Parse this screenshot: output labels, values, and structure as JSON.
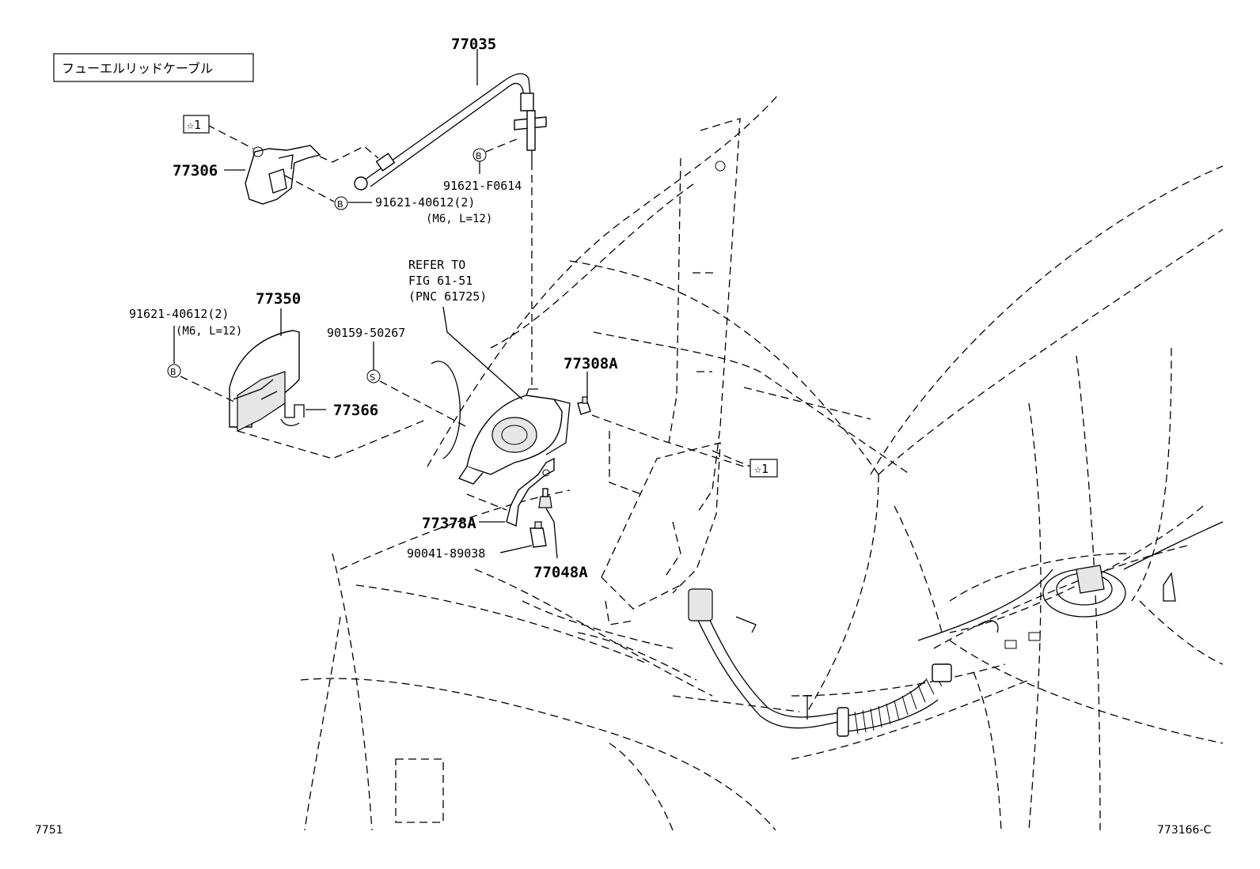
{
  "title_box": "フューエルリッドケーブル",
  "parts": {
    "p77035": "77035",
    "p77306": "77306",
    "p77350": "77350",
    "p77366": "77366",
    "p77308A": "77308A",
    "p77378A": "77378A",
    "p77048A": "77048A",
    "p90041": "90041-89038",
    "p90159": "90159-50267",
    "p91621_F0614": "91621-F0614",
    "p91621_a": "91621-40612(2)",
    "p91621_a_spec": "(M6, L=12)",
    "p91621_b": "91621-40612(2)",
    "p91621_b_spec": "(M6, L=12)"
  },
  "refer": {
    "line1": "REFER TO",
    "line2": "FIG 61-51",
    "line3": "(PNC 61725)"
  },
  "markers": {
    "star1": "☆1",
    "bolt": "B",
    "screw": "S"
  },
  "footer": {
    "left_code": "7751",
    "right_code": "773166-C"
  }
}
